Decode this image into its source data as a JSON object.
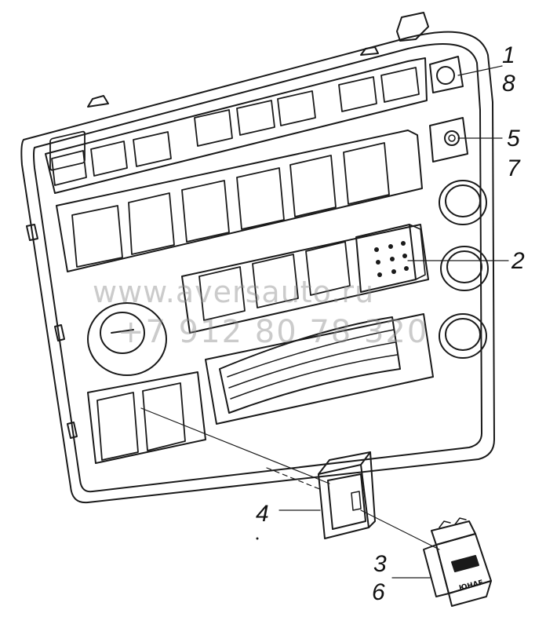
{
  "callouts": [
    "1",
    "8",
    "5",
    "7",
    "2",
    "4",
    "3",
    "6"
  ],
  "watermark": {
    "site": "www.aversauto.ru",
    "phone": "+7 912 80 78 320"
  },
  "switch_label": "ЮНАF",
  "colors": {
    "line": "#1a1a1a",
    "watermark": "#8c8c8c",
    "background": "#ffffff"
  }
}
